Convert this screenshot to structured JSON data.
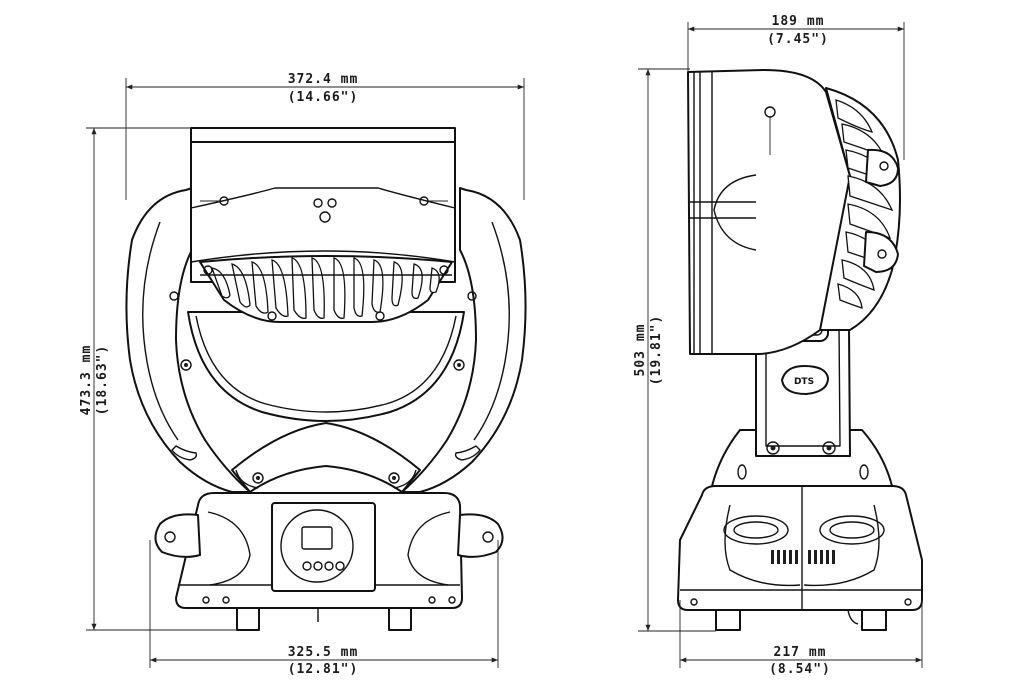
{
  "dimensions": {
    "front_width_top": {
      "mm": "372.4 mm",
      "inch": "(14.66\")"
    },
    "front_height": {
      "mm": "473.3 mm",
      "inch": "(18.63\")"
    },
    "front_width_base": {
      "mm": "325.5 mm",
      "inch": "(12.81\")"
    },
    "side_depth_top": {
      "mm": "189 mm",
      "inch": "(7.45\")"
    },
    "side_height": {
      "mm": "503 mm",
      "inch": "(19.81\")"
    },
    "side_depth_base": {
      "mm": "217 mm",
      "inch": "(8.54\")"
    }
  },
  "logo": {
    "text": "DTS"
  },
  "colors": {
    "line": "#111111",
    "background": "#ffffff"
  }
}
